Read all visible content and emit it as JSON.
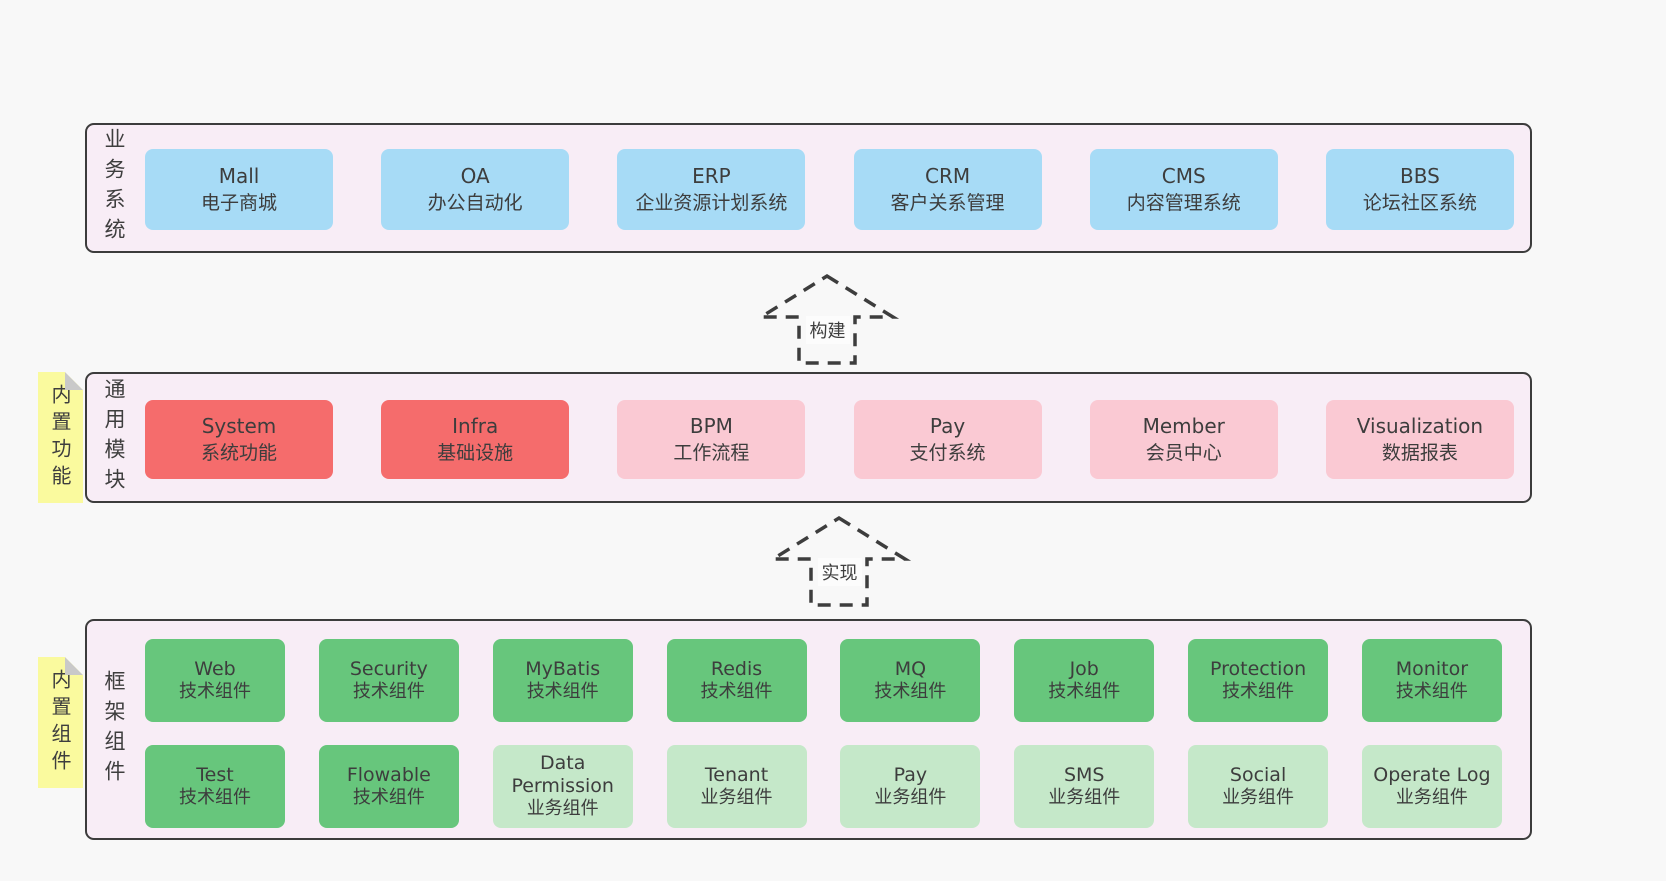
{
  "colors": {
    "page_bg": "#f8f8f8",
    "layer_bg": "#f8edf6",
    "layer_border": "#3c3c3c",
    "blue_box": "#a7dbf6",
    "red_box": "#f56c6c",
    "pink_box": "#fac9d3",
    "green_box": "#67c67c",
    "light_green_box": "#c5e8c9",
    "sticky_yellow": "#fafa9e",
    "sticky_fold_gray": "#c9c9c9",
    "text": "#3d3d3d"
  },
  "layers": [
    {
      "label": "业务系统",
      "boxes": [
        {
          "title": "Mall",
          "subtitle": "电子商城"
        },
        {
          "title": "OA",
          "subtitle": "办公自动化"
        },
        {
          "title": "ERP",
          "subtitle": "企业资源计划系统"
        },
        {
          "title": "CRM",
          "subtitle": "客户关系管理"
        },
        {
          "title": "CMS",
          "subtitle": "内容管理系统"
        },
        {
          "title": "BBS",
          "subtitle": "论坛社区系统"
        }
      ]
    },
    {
      "label": "通用模块",
      "sticky": "内置功能",
      "boxes": [
        {
          "title": "System",
          "subtitle": "系统功能"
        },
        {
          "title": "Infra",
          "subtitle": "基础设施"
        },
        {
          "title": "BPM",
          "subtitle": "工作流程"
        },
        {
          "title": "Pay",
          "subtitle": "支付系统"
        },
        {
          "title": "Member",
          "subtitle": "会员中心"
        },
        {
          "title": "Visualization",
          "subtitle": "数据报表"
        }
      ]
    },
    {
      "label": "框架组件",
      "sticky": "内置组件",
      "rows": [
        [
          {
            "title": "Web",
            "subtitle": "技术组件"
          },
          {
            "title": "Security",
            "subtitle": "技术组件"
          },
          {
            "title": "MyBatis",
            "subtitle": "技术组件"
          },
          {
            "title": "Redis",
            "subtitle": "技术组件"
          },
          {
            "title": "MQ",
            "subtitle": "技术组件"
          },
          {
            "title": "Job",
            "subtitle": "技术组件"
          },
          {
            "title": "Protection",
            "subtitle": "技术组件"
          },
          {
            "title": "Monitor",
            "subtitle": "技术组件"
          }
        ],
        [
          {
            "title": "Test",
            "subtitle": "技术组件"
          },
          {
            "title": "Flowable",
            "subtitle": "技术组件"
          },
          {
            "title": "Data Permission",
            "subtitle": "业务组件"
          },
          {
            "title": "Tenant",
            "subtitle": "业务组件"
          },
          {
            "title": "Pay",
            "subtitle": "业务组件"
          },
          {
            "title": "SMS",
            "subtitle": "业务组件"
          },
          {
            "title": "Social",
            "subtitle": "业务组件"
          },
          {
            "title": "Operate Log",
            "subtitle": "业务组件"
          }
        ]
      ]
    }
  ],
  "arrows": [
    {
      "label": "构建"
    },
    {
      "label": "实现"
    }
  ]
}
